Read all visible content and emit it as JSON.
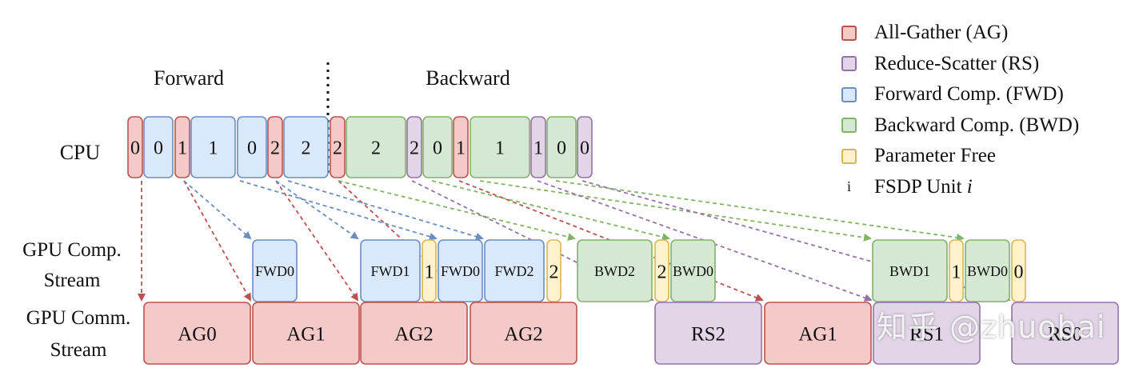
{
  "labels": {
    "forward": "Forward",
    "backward": "Backward",
    "cpu": "CPU",
    "gpu_comp": [
      "GPU Comp.",
      "Stream"
    ],
    "gpu_comm": [
      "GPU Comm.",
      "Stream"
    ]
  },
  "legend": [
    {
      "key": "ag",
      "text": "All-Gather (AG)"
    },
    {
      "key": "rs",
      "text": "Reduce-Scatter (RS)"
    },
    {
      "key": "fwd",
      "text": "Forward Comp. (FWD)"
    },
    {
      "key": "bwd",
      "text": "Backward Comp. (BWD)"
    },
    {
      "key": "free",
      "text": "Parameter Free"
    },
    {
      "key": "unit",
      "symbol": "i",
      "text": "FSDP Unit",
      "text_italic": "i"
    }
  ],
  "colors": {
    "ag": {
      "fill": "#f4c9c7",
      "stroke": "#b85450"
    },
    "rs": {
      "fill": "#e1d5e7",
      "stroke": "#9673a6"
    },
    "fwd": {
      "fill": "#dae8fc",
      "stroke": "#6c8ebf"
    },
    "bwd": {
      "fill": "#d5e8d4",
      "stroke": "#82b366"
    },
    "free": {
      "fill": "#fff2cc",
      "stroke": "#d6b656"
    },
    "arrow_ag": "#b85450",
    "arrow_fwd": "#6c8ebf",
    "arrow_bwd": "#82b366",
    "arrow_rs": "#9673a6"
  },
  "cpu_blocks": [
    {
      "type": "ag",
      "label": "0"
    },
    {
      "type": "fwd",
      "label": "0"
    },
    {
      "type": "ag",
      "label": "1"
    },
    {
      "type": "fwd",
      "label": "1"
    },
    {
      "type": "fwd",
      "label": "0"
    },
    {
      "type": "ag",
      "label": "2"
    },
    {
      "type": "fwd",
      "label": "2"
    },
    {
      "type": "ag",
      "label": "2"
    },
    {
      "type": "bwd",
      "label": "2"
    },
    {
      "type": "rs",
      "label": "2"
    },
    {
      "type": "bwd",
      "label": "0"
    },
    {
      "type": "ag",
      "label": "1"
    },
    {
      "type": "bwd",
      "label": "1"
    },
    {
      "type": "rs",
      "label": "1"
    },
    {
      "type": "bwd",
      "label": "0"
    },
    {
      "type": "rs",
      "label": "0"
    }
  ],
  "comp_blocks": [
    {
      "type": "fwd",
      "label": "FWD0"
    },
    {
      "type": "fwd",
      "label": "FWD1"
    },
    {
      "type": "free",
      "label": "1"
    },
    {
      "type": "fwd",
      "label": "FWD0"
    },
    {
      "type": "fwd",
      "label": "FWD2"
    },
    {
      "type": "free",
      "label": "2"
    },
    {
      "type": "bwd",
      "label": "BWD2"
    },
    {
      "type": "free",
      "label": "2"
    },
    {
      "type": "bwd",
      "label": "BWD0"
    },
    {
      "type": "bwd",
      "label": "BWD1"
    },
    {
      "type": "free",
      "label": "1"
    },
    {
      "type": "bwd",
      "label": "BWD0"
    },
    {
      "type": "free",
      "label": "0"
    }
  ],
  "comm_blocks": [
    {
      "type": "ag",
      "label": "AG0"
    },
    {
      "type": "ag",
      "label": "AG1"
    },
    {
      "type": "ag",
      "label": "AG2"
    },
    {
      "type": "ag",
      "label": "AG2"
    },
    {
      "type": "rs",
      "label": "RS2"
    },
    {
      "type": "ag",
      "label": "AG1"
    },
    {
      "type": "rs",
      "label": "RS1"
    },
    {
      "type": "rs",
      "label": "RS0"
    }
  ],
  "watermark": "知乎 @zhuobai"
}
